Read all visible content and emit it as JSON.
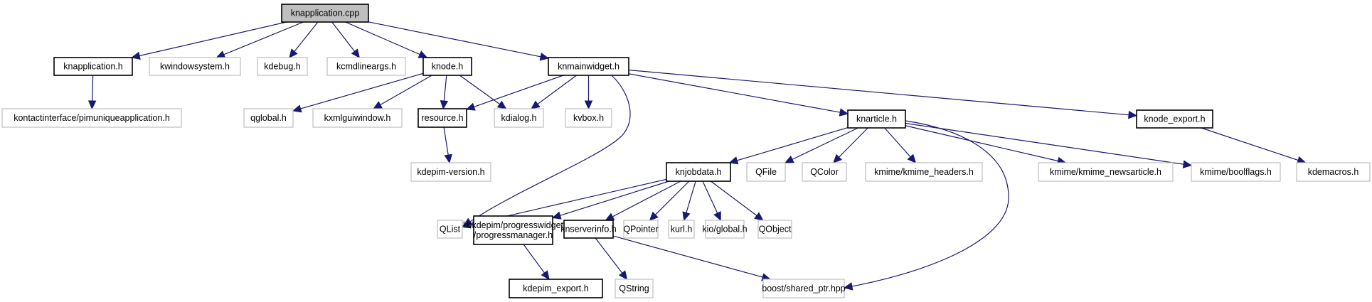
{
  "title": "knapplication.cpp include dependency graph",
  "colors": {
    "edge": "#191970",
    "root_fill": "#bfbfbf",
    "project_border": "#000000",
    "external_border": "#bfbfbf"
  },
  "nodes": [
    {
      "id": "knapplication_cpp",
      "label": "knapplication.cpp",
      "kind": "root"
    },
    {
      "id": "knapplication_h",
      "label": "knapplication.h",
      "kind": "project"
    },
    {
      "id": "kwindowsystem_h",
      "label": "kwindowsystem.h",
      "kind": "external"
    },
    {
      "id": "kdebug_h",
      "label": "kdebug.h",
      "kind": "external"
    },
    {
      "id": "kcmdlineargs_h",
      "label": "kcmdlineargs.h",
      "kind": "external"
    },
    {
      "id": "knode_h",
      "label": "knode.h",
      "kind": "project"
    },
    {
      "id": "knmainwidget_h",
      "label": "knmainwidget.h",
      "kind": "project"
    },
    {
      "id": "pimuniqueapplication_h",
      "label": "kontactinterface/pimuniqueapplication.h",
      "kind": "external"
    },
    {
      "id": "qglobal_h",
      "label": "qglobal.h",
      "kind": "external"
    },
    {
      "id": "kxmlguiwindow_h",
      "label": "kxmlguiwindow.h",
      "kind": "external"
    },
    {
      "id": "resource_h",
      "label": "resource.h",
      "kind": "project"
    },
    {
      "id": "kdialog_h",
      "label": "kdialog.h",
      "kind": "external"
    },
    {
      "id": "kvbox_h",
      "label": "kvbox.h",
      "kind": "external"
    },
    {
      "id": "knarticle_h",
      "label": "knarticle.h",
      "kind": "project"
    },
    {
      "id": "knode_export_h",
      "label": "knode_export.h",
      "kind": "project"
    },
    {
      "id": "kdepim_version_h",
      "label": "kdepim-version.h",
      "kind": "external"
    },
    {
      "id": "knjobdata_h",
      "label": "knjobdata.h",
      "kind": "project"
    },
    {
      "id": "QFile",
      "label": "QFile",
      "kind": "external"
    },
    {
      "id": "QColor",
      "label": "QColor",
      "kind": "external"
    },
    {
      "id": "kmime_headers_h",
      "label": "kmime/kmime_headers.h",
      "kind": "external"
    },
    {
      "id": "kmime_newsarticle_h",
      "label": "kmime/kmime_newsarticle.h",
      "kind": "external"
    },
    {
      "id": "boolflags_h",
      "label": "kmime/boolflags.h",
      "kind": "external"
    },
    {
      "id": "kdemacros_h",
      "label": "kdemacros.h",
      "kind": "external"
    },
    {
      "id": "QList",
      "label": "QList",
      "kind": "external"
    },
    {
      "id": "progressmanager_h",
      "label": "libkdepim/progresswidget\n/progressmanager.h",
      "kind": "project"
    },
    {
      "id": "knserverinfo_h",
      "label": "knserverinfo.h",
      "kind": "project"
    },
    {
      "id": "QPointer",
      "label": "QPointer",
      "kind": "external"
    },
    {
      "id": "kurl_h",
      "label": "kurl.h",
      "kind": "external"
    },
    {
      "id": "kio_global_h",
      "label": "kio/global.h",
      "kind": "external"
    },
    {
      "id": "QObject",
      "label": "QObject",
      "kind": "external"
    },
    {
      "id": "kdepim_export_h",
      "label": "kdepim_export.h",
      "kind": "project"
    },
    {
      "id": "QString",
      "label": "QString",
      "kind": "external"
    },
    {
      "id": "shared_ptr_hpp",
      "label": "boost/shared_ptr.hpp",
      "kind": "external"
    }
  ],
  "edges": [
    [
      "knapplication_cpp",
      "knapplication_h"
    ],
    [
      "knapplication_cpp",
      "kwindowsystem_h"
    ],
    [
      "knapplication_cpp",
      "kdebug_h"
    ],
    [
      "knapplication_cpp",
      "kcmdlineargs_h"
    ],
    [
      "knapplication_cpp",
      "knode_h"
    ],
    [
      "knapplication_cpp",
      "knmainwidget_h"
    ],
    [
      "knapplication_h",
      "pimuniqueapplication_h"
    ],
    [
      "knode_h",
      "qglobal_h"
    ],
    [
      "knode_h",
      "kxmlguiwindow_h"
    ],
    [
      "knode_h",
      "resource_h"
    ],
    [
      "knode_h",
      "kdialog_h"
    ],
    [
      "knmainwidget_h",
      "resource_h"
    ],
    [
      "knmainwidget_h",
      "kdialog_h"
    ],
    [
      "knmainwidget_h",
      "kvbox_h"
    ],
    [
      "knmainwidget_h",
      "QList"
    ],
    [
      "knmainwidget_h",
      "knarticle_h"
    ],
    [
      "knmainwidget_h",
      "knode_export_h"
    ],
    [
      "resource_h",
      "kdepim_version_h"
    ],
    [
      "knarticle_h",
      "knjobdata_h"
    ],
    [
      "knarticle_h",
      "QFile"
    ],
    [
      "knarticle_h",
      "QColor"
    ],
    [
      "knarticle_h",
      "kmime_headers_h"
    ],
    [
      "knarticle_h",
      "kmime_newsarticle_h"
    ],
    [
      "knarticle_h",
      "boolflags_h"
    ],
    [
      "knarticle_h",
      "shared_ptr_hpp"
    ],
    [
      "knode_export_h",
      "kdemacros_h"
    ],
    [
      "knjobdata_h",
      "QList"
    ],
    [
      "knjobdata_h",
      "progressmanager_h"
    ],
    [
      "knjobdata_h",
      "knserverinfo_h"
    ],
    [
      "knjobdata_h",
      "QPointer"
    ],
    [
      "knjobdata_h",
      "kurl_h"
    ],
    [
      "knjobdata_h",
      "kio_global_h"
    ],
    [
      "knjobdata_h",
      "QObject"
    ],
    [
      "progressmanager_h",
      "kdepim_export_h"
    ],
    [
      "knserverinfo_h",
      "QString"
    ],
    [
      "knserverinfo_h",
      "shared_ptr_hpp"
    ]
  ]
}
